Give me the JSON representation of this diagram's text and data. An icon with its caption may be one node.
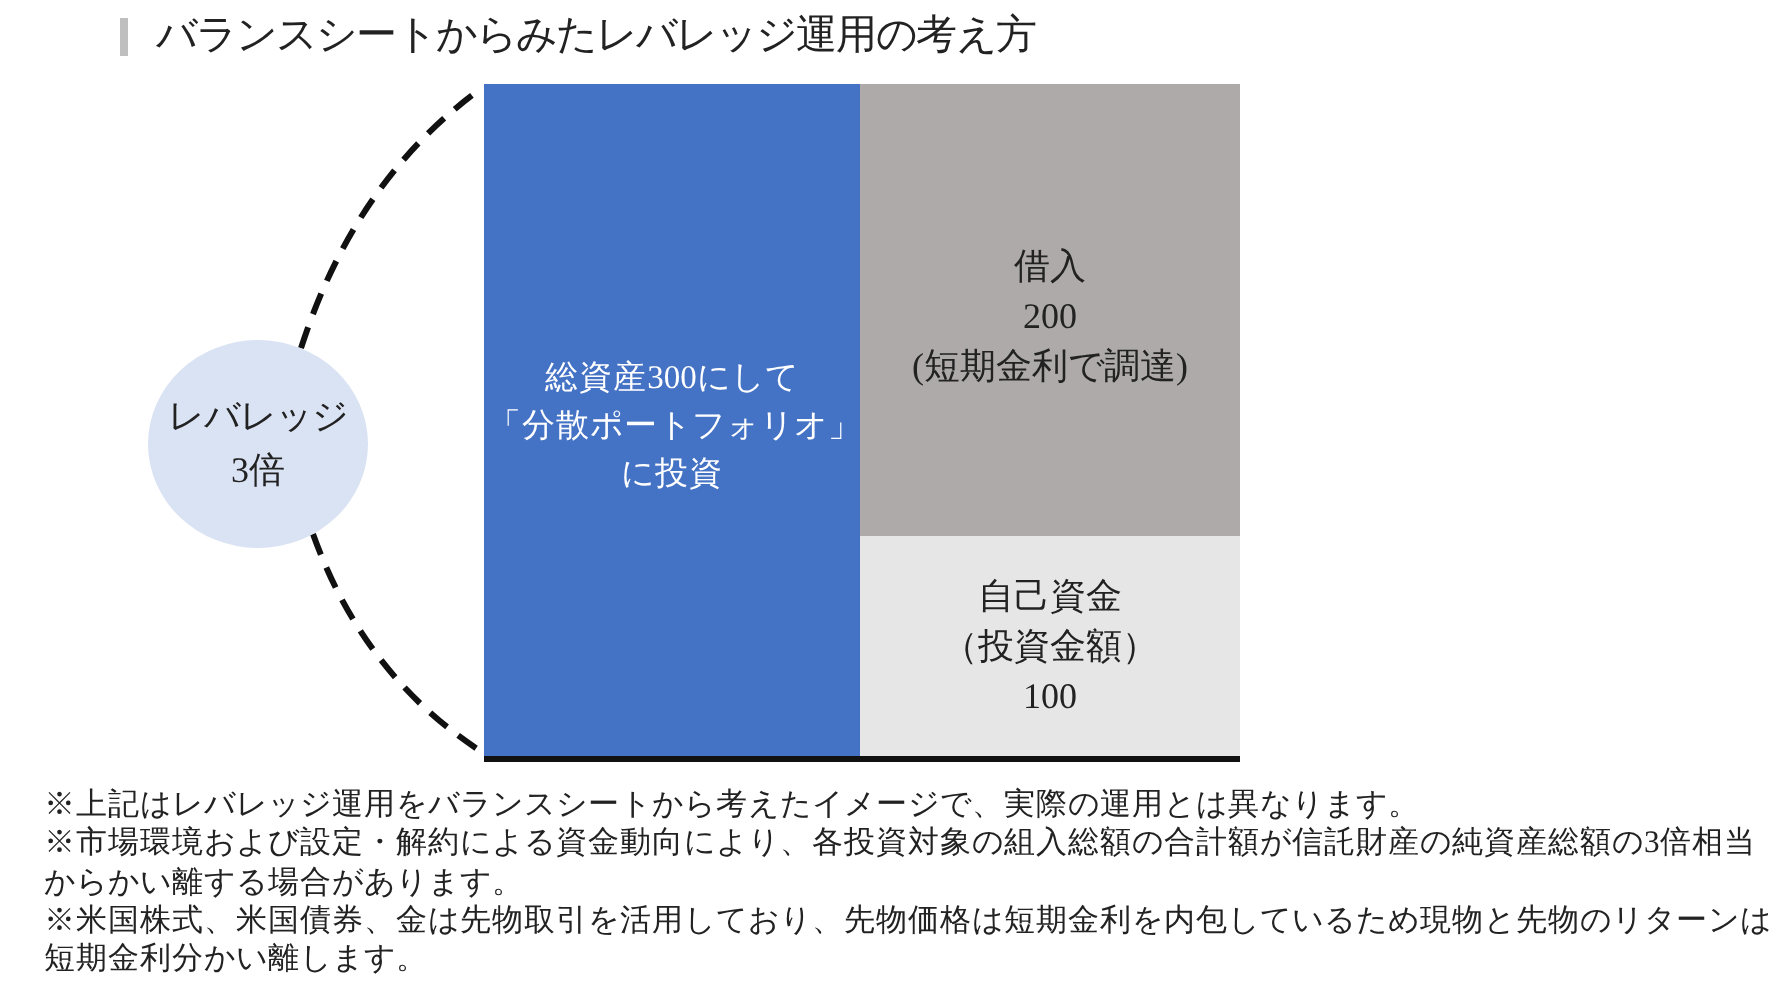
{
  "diagram": {
    "title": "バランスシートからみたレバレッジ運用の考え方",
    "nodes": [
      {
        "text": [
          "レバレッジ",
          "3倍"
        ]
      },
      {
        "text": [
          "総資産300にして「分散ポートフォリオ」に投資"
        ]
      },
      {
        "text": [
          "借入",
          "200",
          "(短期金利で調達)"
        ]
      },
      {
        "text": [
          "自己資金",
          "（投資金額）",
          "100"
        ]
      }
    ],
    "edges": [
      {
        "from": 0,
        "to": 1,
        "arrow": "none",
        "style": "dashed"
      },
      {
        "from": 0,
        "to": 1,
        "arrow": "none",
        "style": "dashed"
      }
    ],
    "labels": [
      "※上記はレバレッジ運用をバランスシートから考えたイメージで、実際の運用とは異なります。",
      "※市場環境および設定・解約による資金動向により、各投資対象の組入総額の合計額が信託財産の純資産総額の3倍相当からかい離する場合があります。",
      "※米国株式、米国債券、金は先物取引を活用しており、先物価格は短期金利を内包しているため現物と先物のリターンは短期金利分かい離します。"
    ]
  }
}
